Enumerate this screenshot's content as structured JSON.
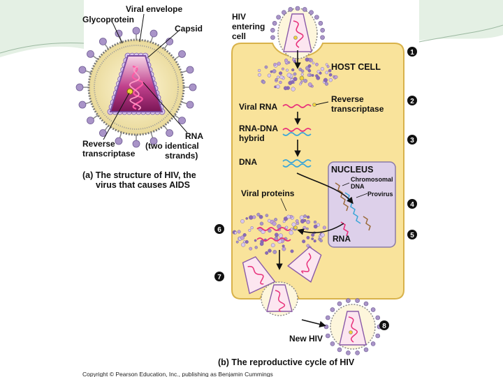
{
  "part_a": {
    "labels": {
      "glycoprotein": "Glycoprotein",
      "viral_envelope": "Viral envelope",
      "capsid": "Capsid",
      "rna": "RNA",
      "rna_detail_1": "(two identical",
      "rna_detail_2": "strands)",
      "rt_1": "Reverse",
      "rt_2": "transcriptase"
    },
    "caption_1": "(a) The structure of HIV, the",
    "caption_2": "virus that causes AIDS"
  },
  "part_b": {
    "entering_1": "HIV",
    "entering_2": "entering",
    "entering_3": "cell",
    "host_cell": "HOST CELL",
    "viral_rna": "Viral RNA",
    "rt_1": "Reverse",
    "rt_2": "transcriptase",
    "hybrid_1": "RNA-DNA",
    "hybrid_2": "hybrid",
    "dna": "DNA",
    "nucleus": "NUCLEUS",
    "chromosomal_1": "Chromosomal",
    "chromosomal_2": "DNA",
    "provirus": "Provirus",
    "viral_proteins": "Viral proteins",
    "rna": "RNA",
    "new_hiv": "New HIV",
    "caption": "(b) The reproductive cycle of HIV",
    "steps": [
      "1",
      "2",
      "3",
      "4",
      "5",
      "6",
      "7",
      "8"
    ]
  },
  "copyright": "Copyright © Pearson Education, Inc., publishing as Benjamin Cummings",
  "colors": {
    "cell_fill": "#f9e39b",
    "cell_stroke": "#d8b24a",
    "nucleus_fill": "#ddd0ea",
    "rna": "#e8307a",
    "dna": "#3aa6d8",
    "capsid_fill": "#a2256f",
    "envelope_dot": "#a994c8"
  }
}
